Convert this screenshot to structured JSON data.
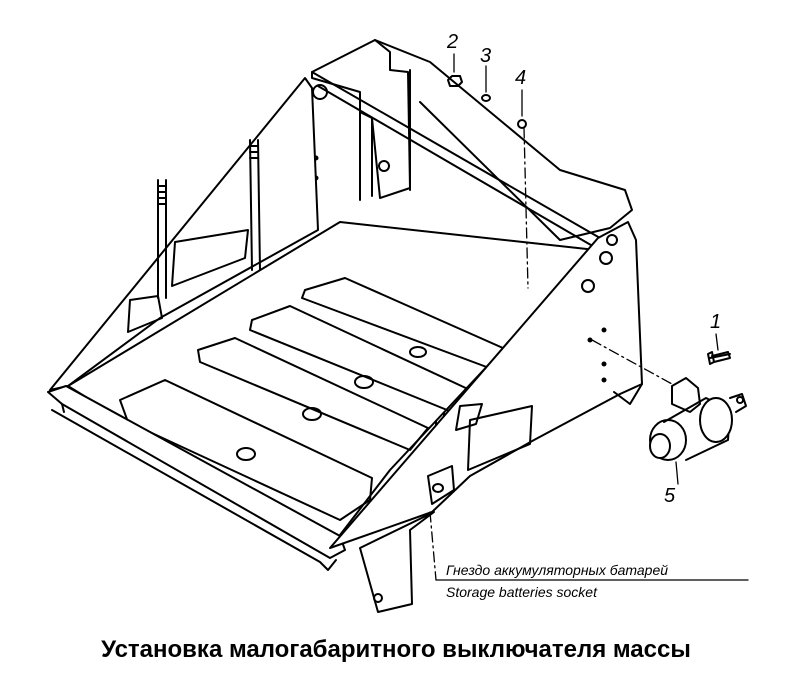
{
  "callouts": [
    {
      "num": "1",
      "part": "bolt"
    },
    {
      "num": "2",
      "part": "nut"
    },
    {
      "num": "3",
      "part": "washer"
    },
    {
      "num": "4",
      "part": "spring-washer"
    },
    {
      "num": "5",
      "part": "ground-switch"
    }
  ],
  "label": {
    "ru": "Гнездо аккумуляторных батарей",
    "en": "Storage batteries socket"
  },
  "caption": "Установка малогабаритного выключателя массы"
}
